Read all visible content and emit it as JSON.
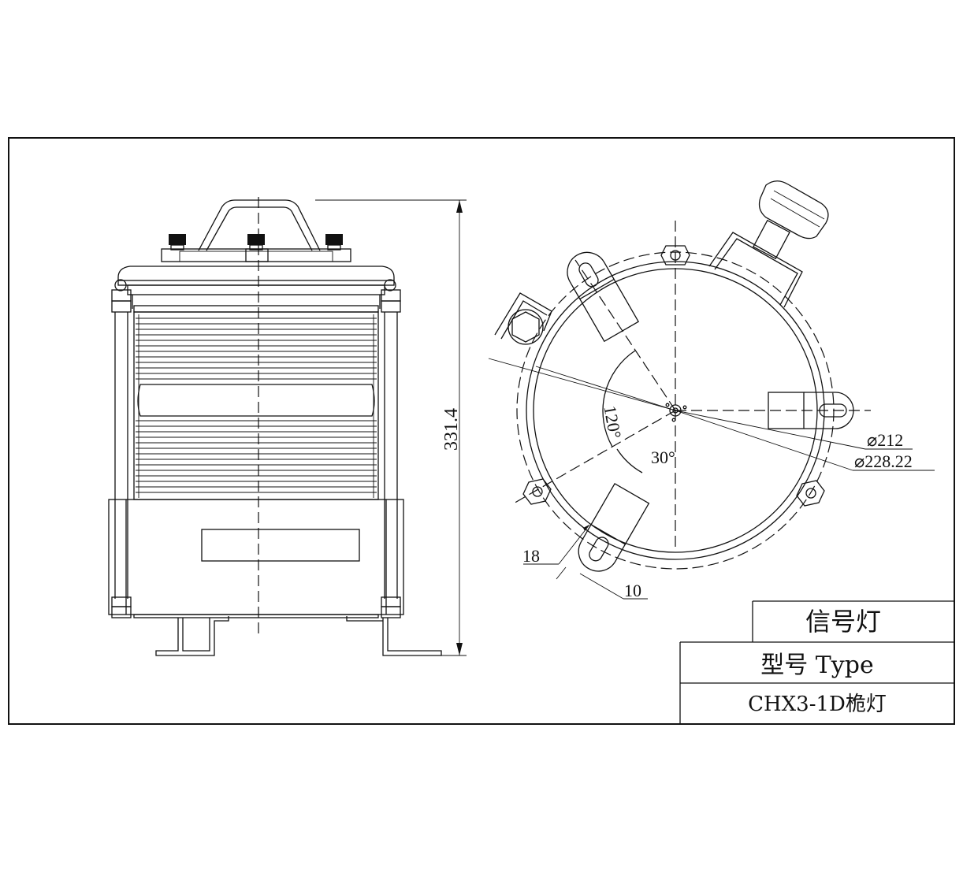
{
  "dimensions": {
    "height": "331.4",
    "dia_inner": "⌀212",
    "dia_outer": "⌀228.22",
    "angle_120": "120°",
    "angle_30": "30°",
    "slot_18": "18",
    "slot_10": "10"
  },
  "title_block": {
    "name": "信号灯",
    "type_label": "型号 Type",
    "model": "CHX3-1D桅灯"
  }
}
